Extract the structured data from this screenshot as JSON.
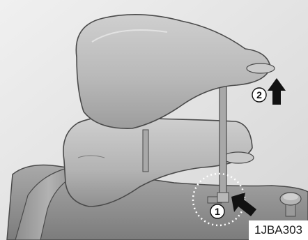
{
  "steps": {
    "step1_number": "1",
    "step2_number": "2"
  },
  "figure_code": "1JBA303",
  "colors": {
    "background": "#e6e6e6",
    "headrest_light": "#d4d4d4",
    "headrest_mid": "#b8b8b8",
    "headrest_dark": "#8c8c8c",
    "outline": "#4a4a4a",
    "arrow": "#111111",
    "callout_circle": "#ffffff"
  },
  "icons": [
    "up-arrow-icon",
    "push-arrow-icon",
    "dashed-callout-circle"
  ]
}
